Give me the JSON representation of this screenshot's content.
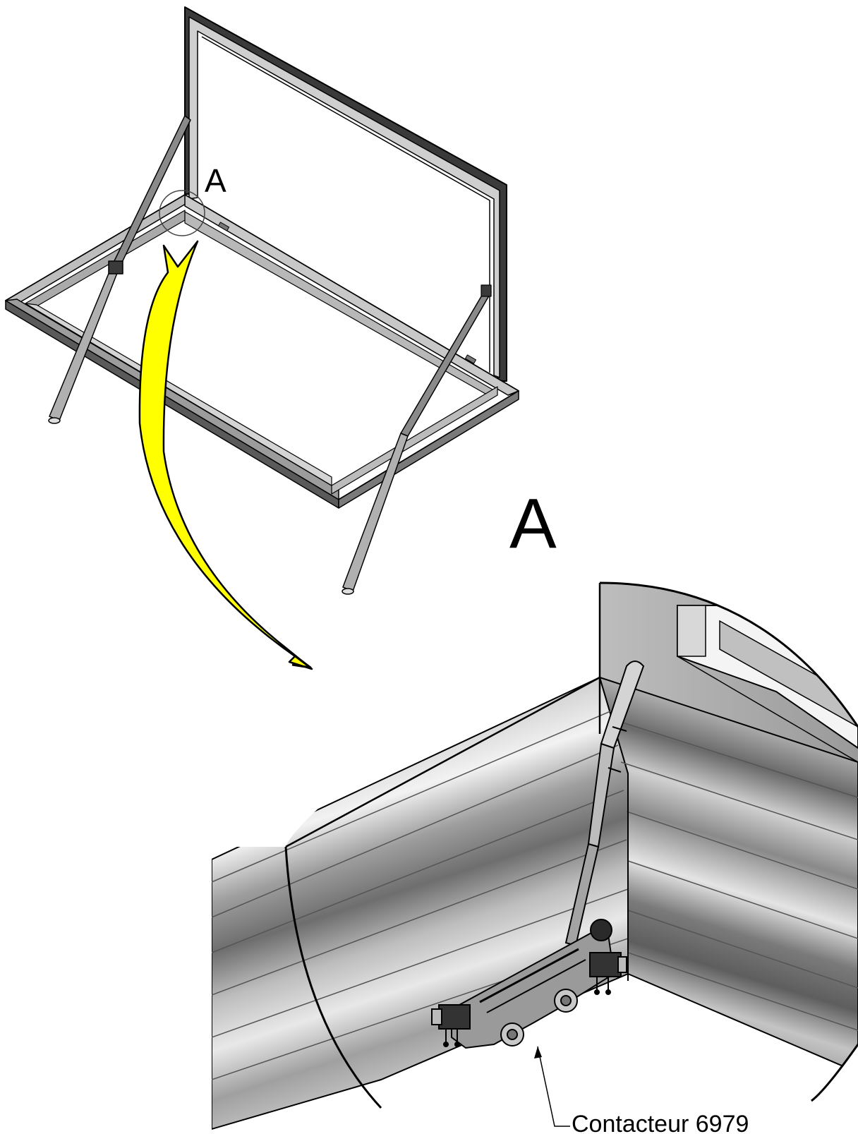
{
  "labels": {
    "detail_marker": "A",
    "detail_title": "A",
    "callout": "Contacteur 6979"
  },
  "colors": {
    "arrow_fill": "#ffff00",
    "outline": "#000000",
    "steel_light": "#e6e6e6",
    "steel_mid": "#a8a8a8",
    "steel_dark": "#6e6e6e"
  }
}
